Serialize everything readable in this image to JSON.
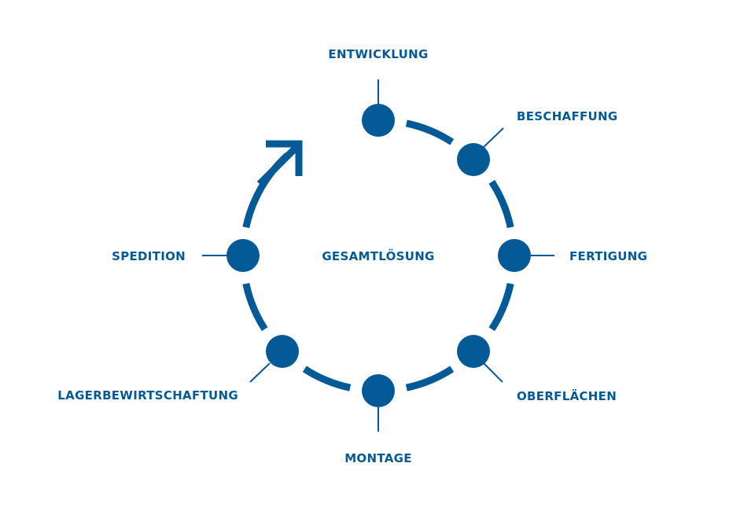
{
  "colors": {
    "primary": "#035a97",
    "background": "#ffffff"
  },
  "diagram": {
    "center_label": "GESAMTLÖSUNG",
    "stages": [
      {
        "label": "ENTWICKLUNG"
      },
      {
        "label": "BESCHAFFUNG"
      },
      {
        "label": "FERTIGUNG"
      },
      {
        "label": "OBERFLÄCHEN"
      },
      {
        "label": "MONTAGE"
      },
      {
        "label": "LAGERBEWIRTSCHAFTUNG"
      },
      {
        "label": "SPEDITION"
      }
    ],
    "arrow_icon": "cycle-arrow-icon"
  }
}
